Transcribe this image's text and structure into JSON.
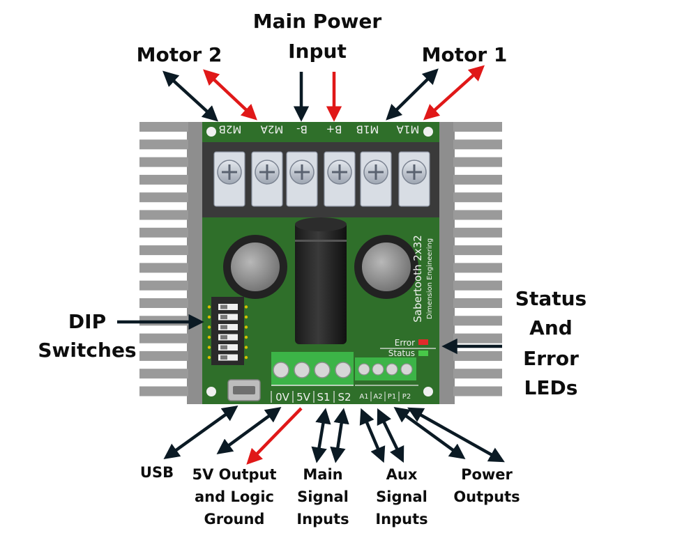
{
  "labels": {
    "main_power_l1": "Main Power",
    "main_power_l2": "Input",
    "motor2": "Motor 2",
    "motor1": "Motor 1",
    "dip_l1": "DIP",
    "dip_l2": "Switches",
    "status_l1": "Status",
    "status_l2": "And",
    "status_l3": "Error",
    "status_l4": "LEDs",
    "usb": "USB",
    "fivev_l1": "5V Output",
    "fivev_l2": "and Logic",
    "fivev_l3": "Ground",
    "main_sig_l1": "Main",
    "main_sig_l2": "Signal",
    "main_sig_l3": "Inputs",
    "aux_sig_l1": "Aux",
    "aux_sig_l2": "Signal",
    "aux_sig_l3": "Inputs",
    "power_out_l1": "Power",
    "power_out_l2": "Outputs"
  },
  "board": {
    "top_terminals": [
      "M2B",
      "M2A",
      "B-",
      "B+",
      "M1B",
      "M1A"
    ],
    "brand_l1": "Sabertooth 2x32",
    "brand_l2": "Dimension Engineering",
    "led_error": "Error",
    "led_status": "Status",
    "signal_terminals": [
      "0V",
      "5V",
      "S1",
      "S2"
    ],
    "aux_terminals": [
      "A1",
      "A2",
      "P1",
      "P2"
    ]
  },
  "colors": {
    "arrow_black": "#0b1a24",
    "arrow_red": "#e01818",
    "pcb_green": "#2f6f2a",
    "heatsink": "#9a9a9a",
    "terminal_green": "#3cb447",
    "led_error": "#e02a2a",
    "led_status": "#48c848"
  },
  "icons": [
    "arrow-icon",
    "screw-icon",
    "dip-switch-icon",
    "led-icon",
    "usb-port-icon"
  ]
}
